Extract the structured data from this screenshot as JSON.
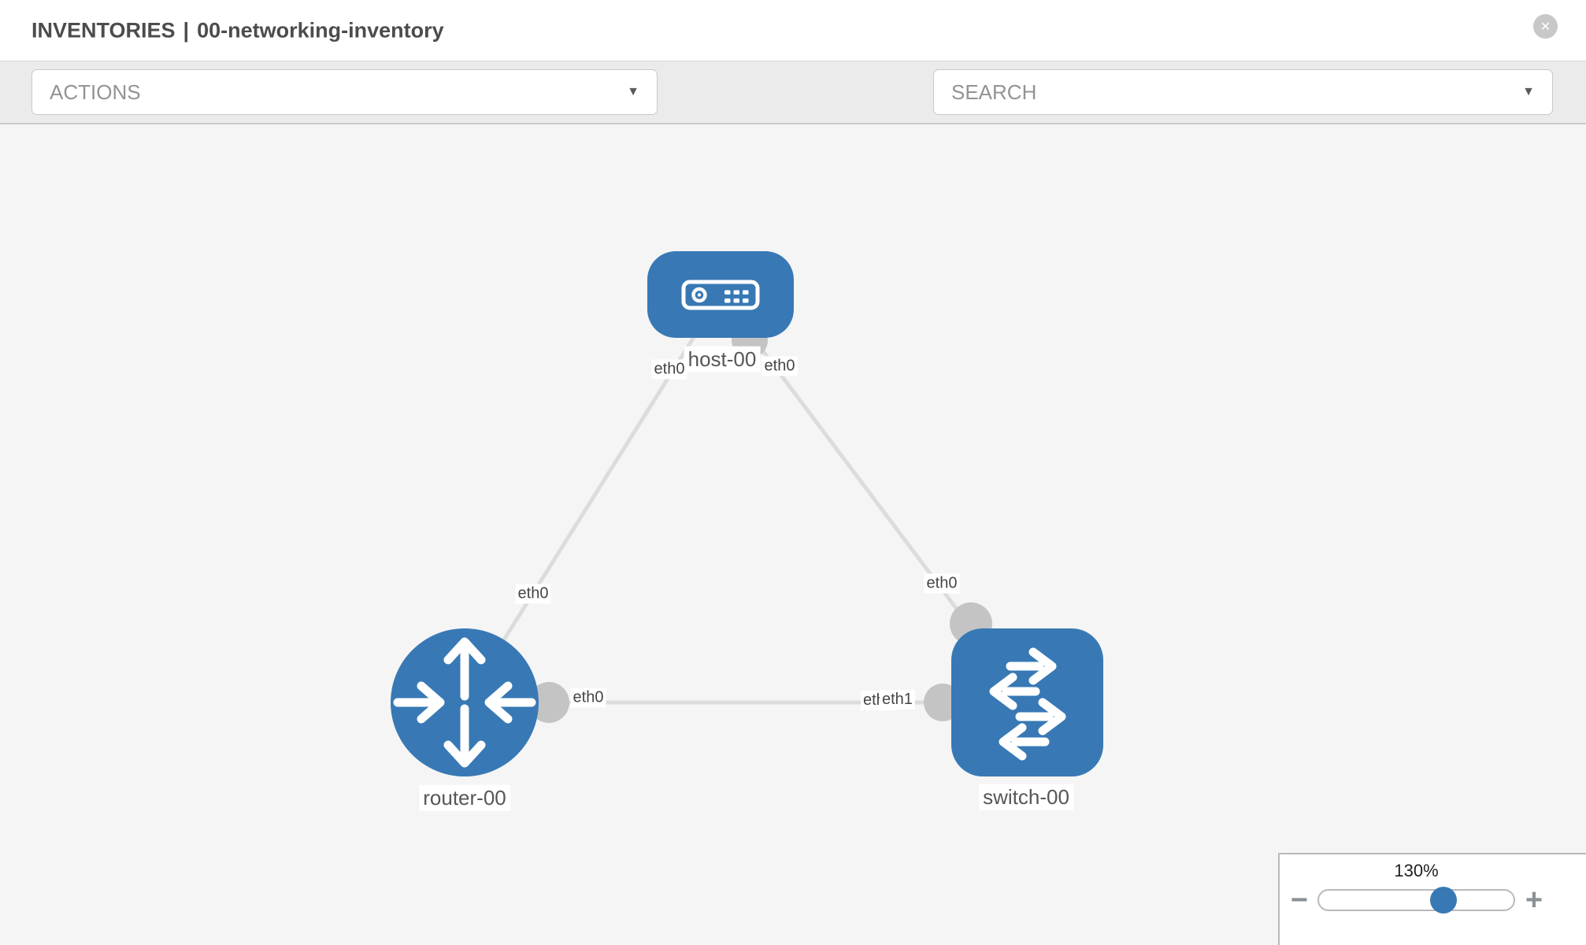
{
  "header": {
    "section": "INVENTORIES",
    "separator": "|",
    "inventory_name": "00-networking-inventory"
  },
  "toolbar": {
    "actions_label": "ACTIONS",
    "search_label": "SEARCH",
    "icon_buttons": [
      "wrench-icon",
      "key-icon"
    ]
  },
  "icons": {
    "close_glyph": "✕",
    "caret_down_glyph": "▼",
    "minus_glyph": "−",
    "plus_glyph": "+"
  },
  "colors": {
    "node_blue": "#3879b5",
    "port_gray": "#c4c4c4",
    "edge_gray": "#dcdcdc",
    "toolbar_icon_gray": "#7b828b",
    "slider_thumb_blue": "#3879b5"
  },
  "topology": {
    "nodes": [
      {
        "id": "host-00",
        "label": "host-00",
        "type": "host",
        "icon": "host-device-icon"
      },
      {
        "id": "router-00",
        "label": "router-00",
        "type": "router",
        "icon": "router-arrows-icon"
      },
      {
        "id": "switch-00",
        "label": "switch-00",
        "type": "switch",
        "icon": "switch-arrows-icon"
      }
    ],
    "edges": [
      {
        "from": "host-00",
        "to": "router-00",
        "from_label": "eth0",
        "to_label": "eth0"
      },
      {
        "from": "host-00",
        "to": "switch-00",
        "from_label": "eth0",
        "to_label": "eth0"
      },
      {
        "from": "router-00",
        "to": "switch-00",
        "from_label": "eth0",
        "to_label": "eth1",
        "to_label_behind": "eth0"
      }
    ]
  },
  "zoom_control": {
    "level_label": "130%",
    "value_percent": 64
  }
}
